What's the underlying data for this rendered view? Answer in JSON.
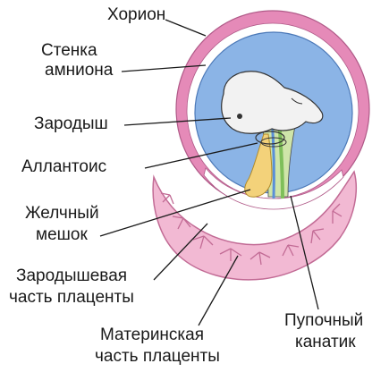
{
  "diagram": {
    "labels": {
      "chorion": "Хорион",
      "amnion_wall_1": "Стенка",
      "amnion_wall_2": "амниона",
      "embryo": "Зародыш",
      "allantois": "Аллантоис",
      "yolk_sac_1": "Желчный",
      "yolk_sac_2": "мешок",
      "fetal_placenta_1": "Зародышевая",
      "fetal_placenta_2": "часть плаценты",
      "maternal_placenta_1": "Материнская",
      "maternal_placenta_2": "часть плаценты",
      "umbilical_cord_1": "Пупочный",
      "umbilical_cord_2": "канатик"
    },
    "colors": {
      "chorion": "#e58ab8",
      "amnion": "#ffffff",
      "amniotic_cavity": "#8bb4e6",
      "embryo": "#f2f2f2",
      "yolk_sac": "#f3d27a",
      "allantois_green": "#7fbf5a",
      "cord_blue": "#5a8fd8",
      "placenta_pink": "#f2b9d3",
      "outline": "#333333"
    }
  }
}
